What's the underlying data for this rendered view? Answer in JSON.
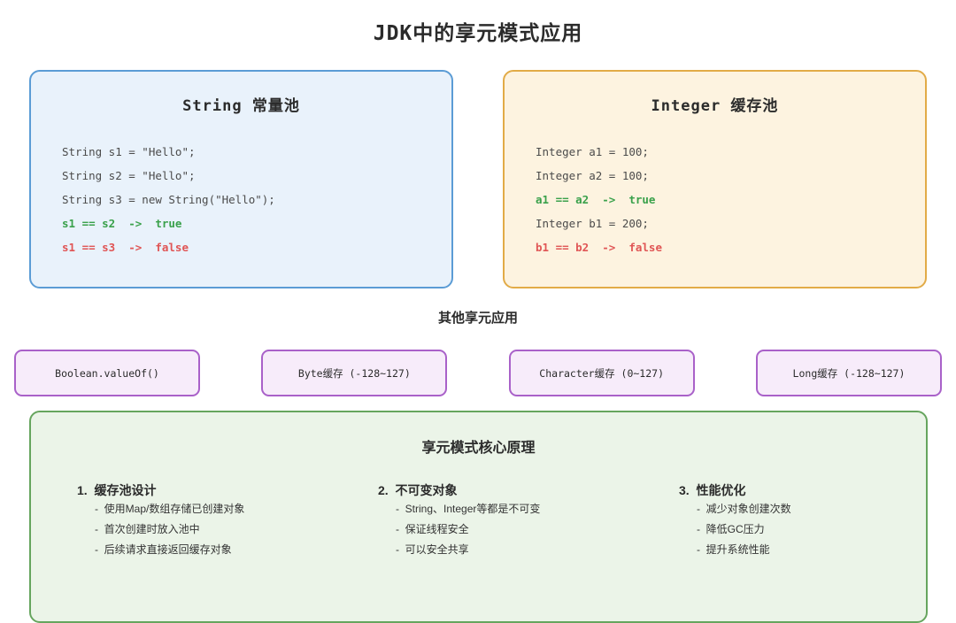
{
  "title": "JDK中的享元模式应用",
  "string_pool": {
    "title": "String 常量池",
    "lines": [
      {
        "text": "String s1 = \"Hello\";",
        "tone": "default"
      },
      {
        "text": "String s2 = \"Hello\";",
        "tone": "default"
      },
      {
        "text": "String s3 = new String(\"Hello\");",
        "tone": "default"
      },
      {
        "text": "s1 == s2  ->  true",
        "tone": "green"
      },
      {
        "text": "s1 == s3  ->  false",
        "tone": "red"
      }
    ]
  },
  "integer_pool": {
    "title": "Integer 缓存池",
    "lines": [
      {
        "text": "Integer a1 = 100;",
        "tone": "default"
      },
      {
        "text": "Integer a2 = 100;",
        "tone": "default"
      },
      {
        "text": "a1 == a2  ->  true",
        "tone": "green"
      },
      {
        "text": "Integer b1 = 200;",
        "tone": "default"
      },
      {
        "text": "b1 == b2  ->  false",
        "tone": "red"
      }
    ]
  },
  "other_applications": {
    "label": "其他享元应用",
    "boxes": [
      "Boolean.valueOf()",
      "Byte缓存 (-128~127)",
      "Character缓存 (0~127)",
      "Long缓存 (-128~127)"
    ]
  },
  "principles": {
    "title": "享元模式核心原理",
    "columns": [
      {
        "heading": "1.  缓存池设计",
        "items": [
          "-  使用Map/数组存储已创建对象",
          "-  首次创建时放入池中",
          "-  后续请求直接返回缓存对象"
        ]
      },
      {
        "heading": "2.  不可变对象",
        "items": [
          "-  String、Integer等都是不可变",
          "-  保证线程安全",
          "-  可以安全共享"
        ]
      },
      {
        "heading": "3.  性能优化",
        "items": [
          "-  减少对象创建次数",
          "-  降低GC压力",
          "-  提升系统性能"
        ]
      }
    ]
  },
  "colors": {
    "blue_border": "#5b9cd5",
    "blue_fill": "#e9f2fb",
    "orange_border": "#e2ab47",
    "orange_fill": "#fdf3e0",
    "purple_border": "#a961c9",
    "purple_fill": "#f7ecfa",
    "green_border": "#66a55e",
    "green_fill": "#ebf4e8",
    "code_text": "#4b4b4b",
    "code_true": "#3aa14b",
    "code_false": "#e05555",
    "heading_text": "#2b2b2b"
  }
}
